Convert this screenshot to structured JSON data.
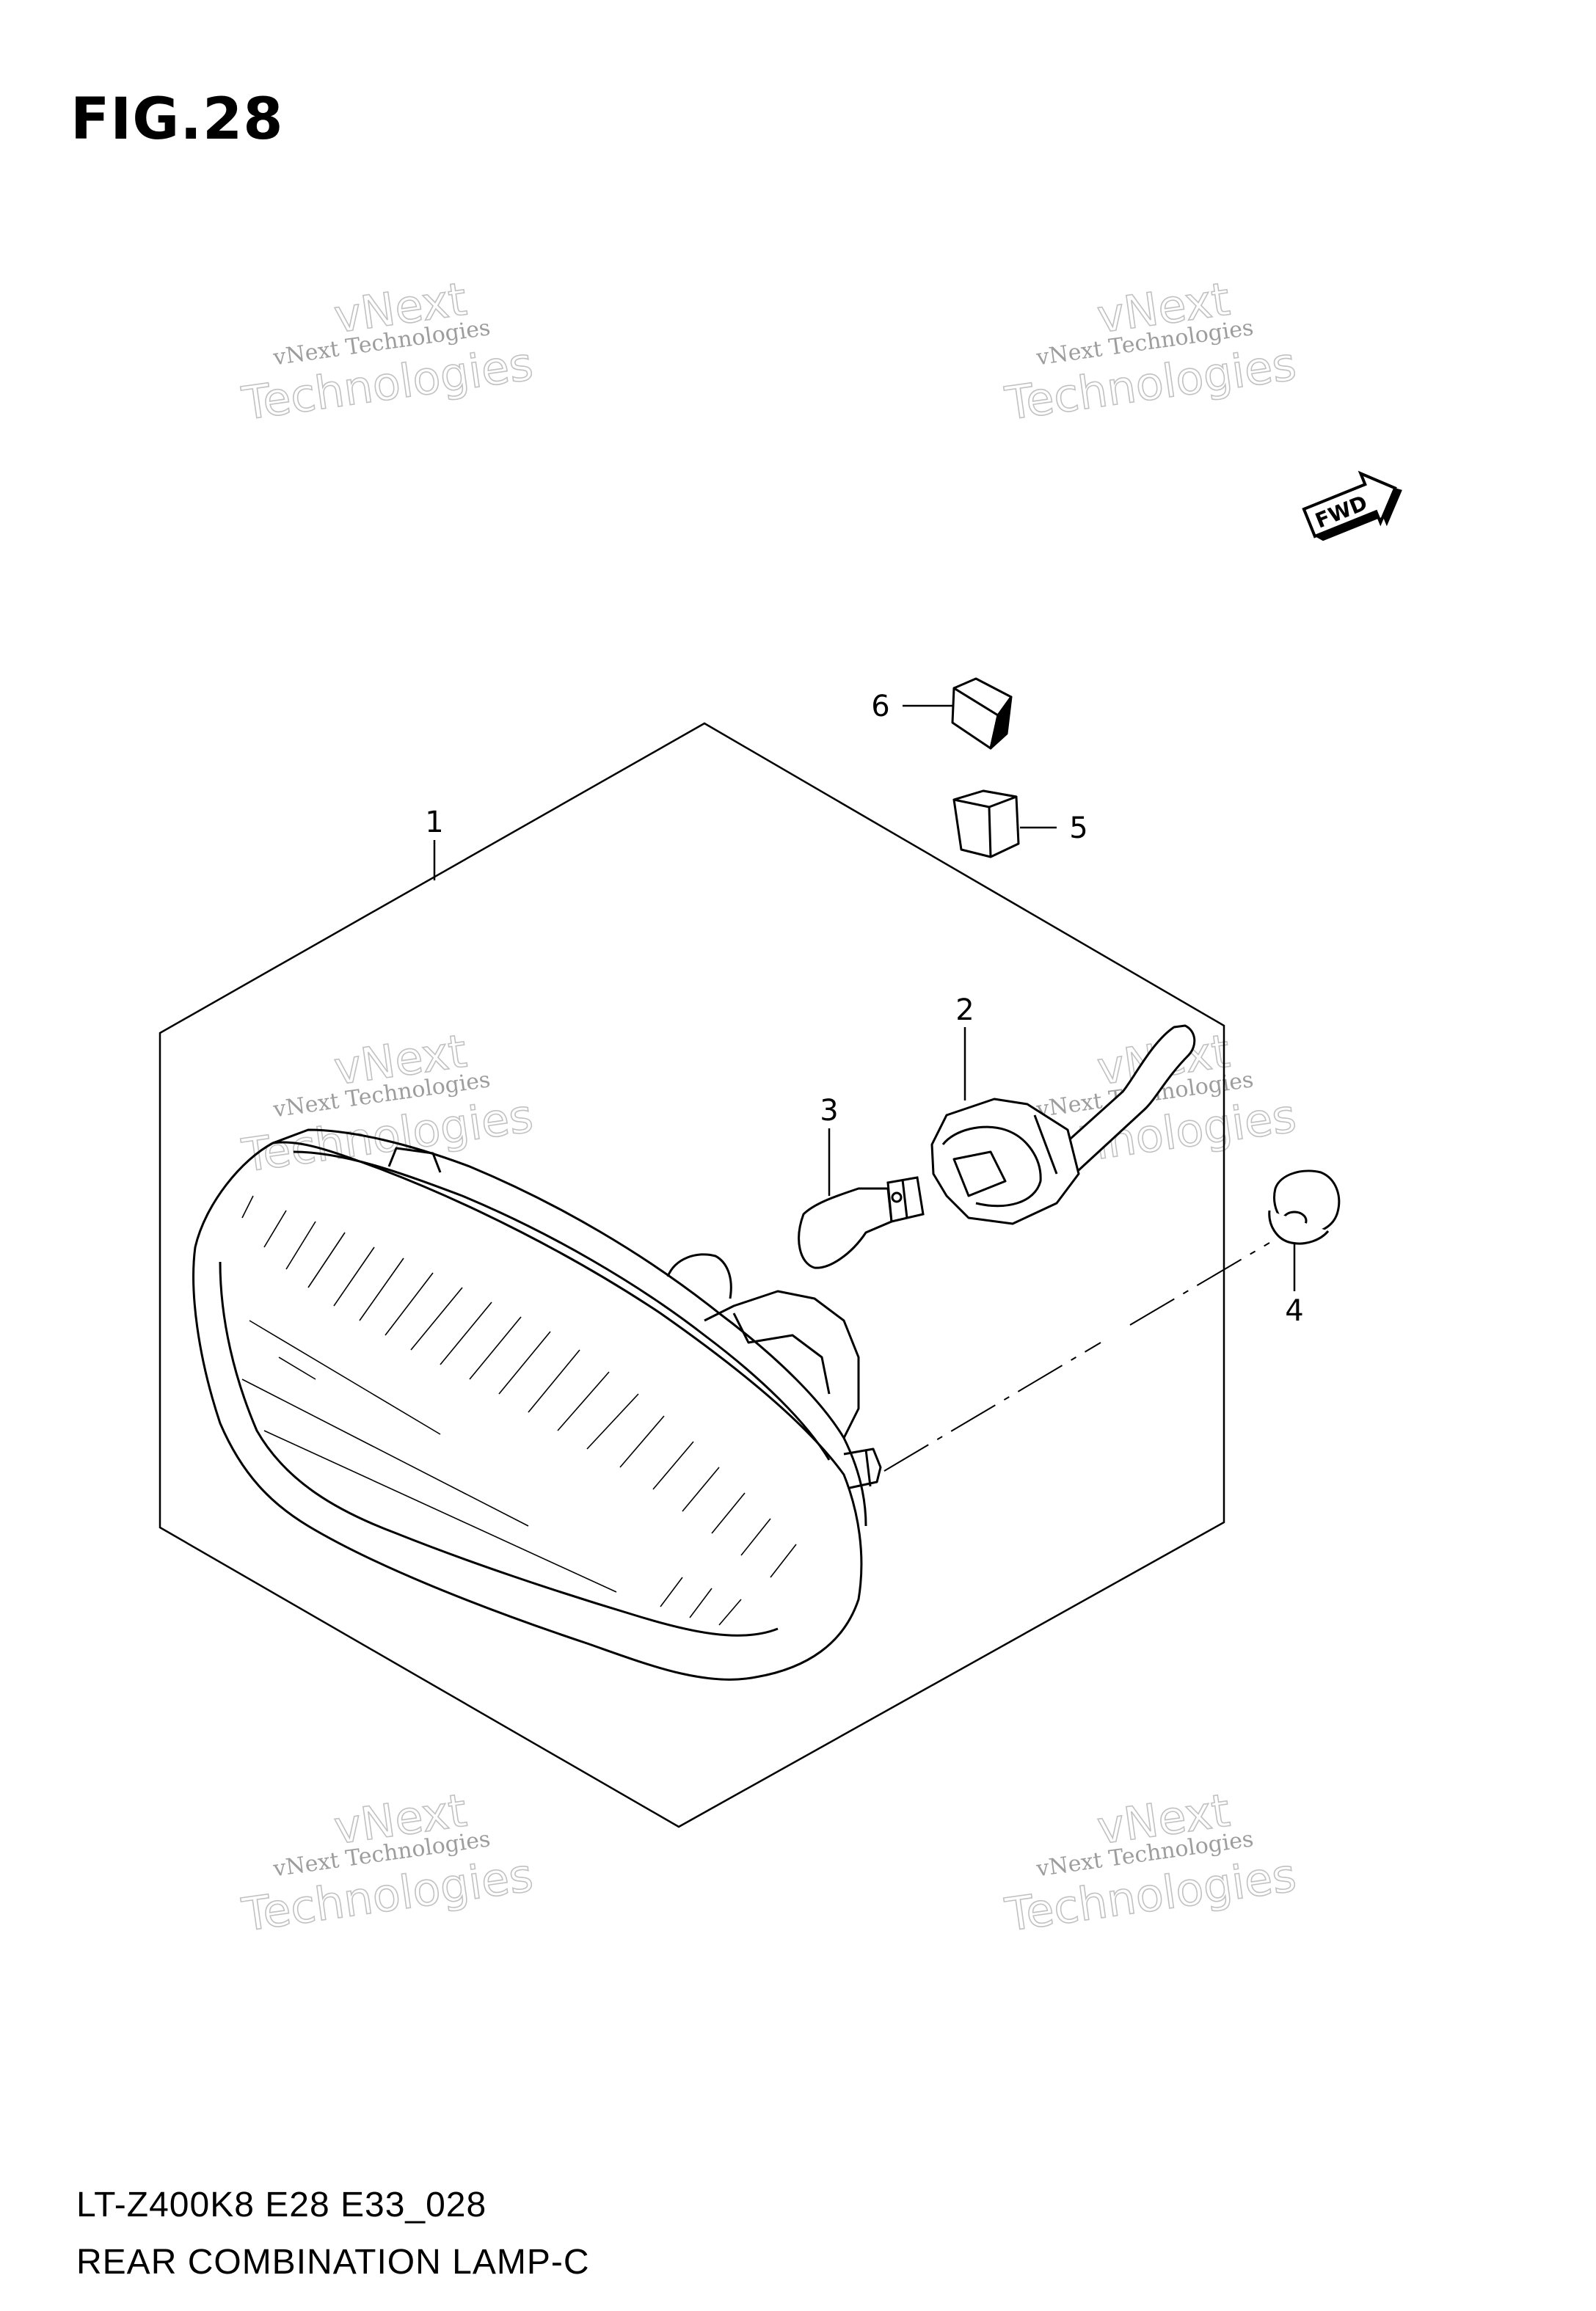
{
  "figure": {
    "title": "FIG.28"
  },
  "footer": {
    "model_code": "LT-Z400K8 E28 E33_028",
    "caption": "REAR COMBINATION LAMP-C"
  },
  "direction_marker": {
    "label": "FWD",
    "icon": "arrow-right-icon"
  },
  "callouts": [
    {
      "id": "1",
      "label": "1"
    },
    {
      "id": "2",
      "label": "2"
    },
    {
      "id": "3",
      "label": "3"
    },
    {
      "id": "4",
      "label": "4"
    },
    {
      "id": "5",
      "label": "5"
    },
    {
      "id": "6",
      "label": "6"
    }
  ],
  "watermark": {
    "line_small": "vNext Technologies",
    "line_big_1": "vNext",
    "line_big_2": "Technologies"
  },
  "colors": {
    "line": "#000000",
    "background": "#ffffff",
    "watermark": "#9a9a9a"
  }
}
